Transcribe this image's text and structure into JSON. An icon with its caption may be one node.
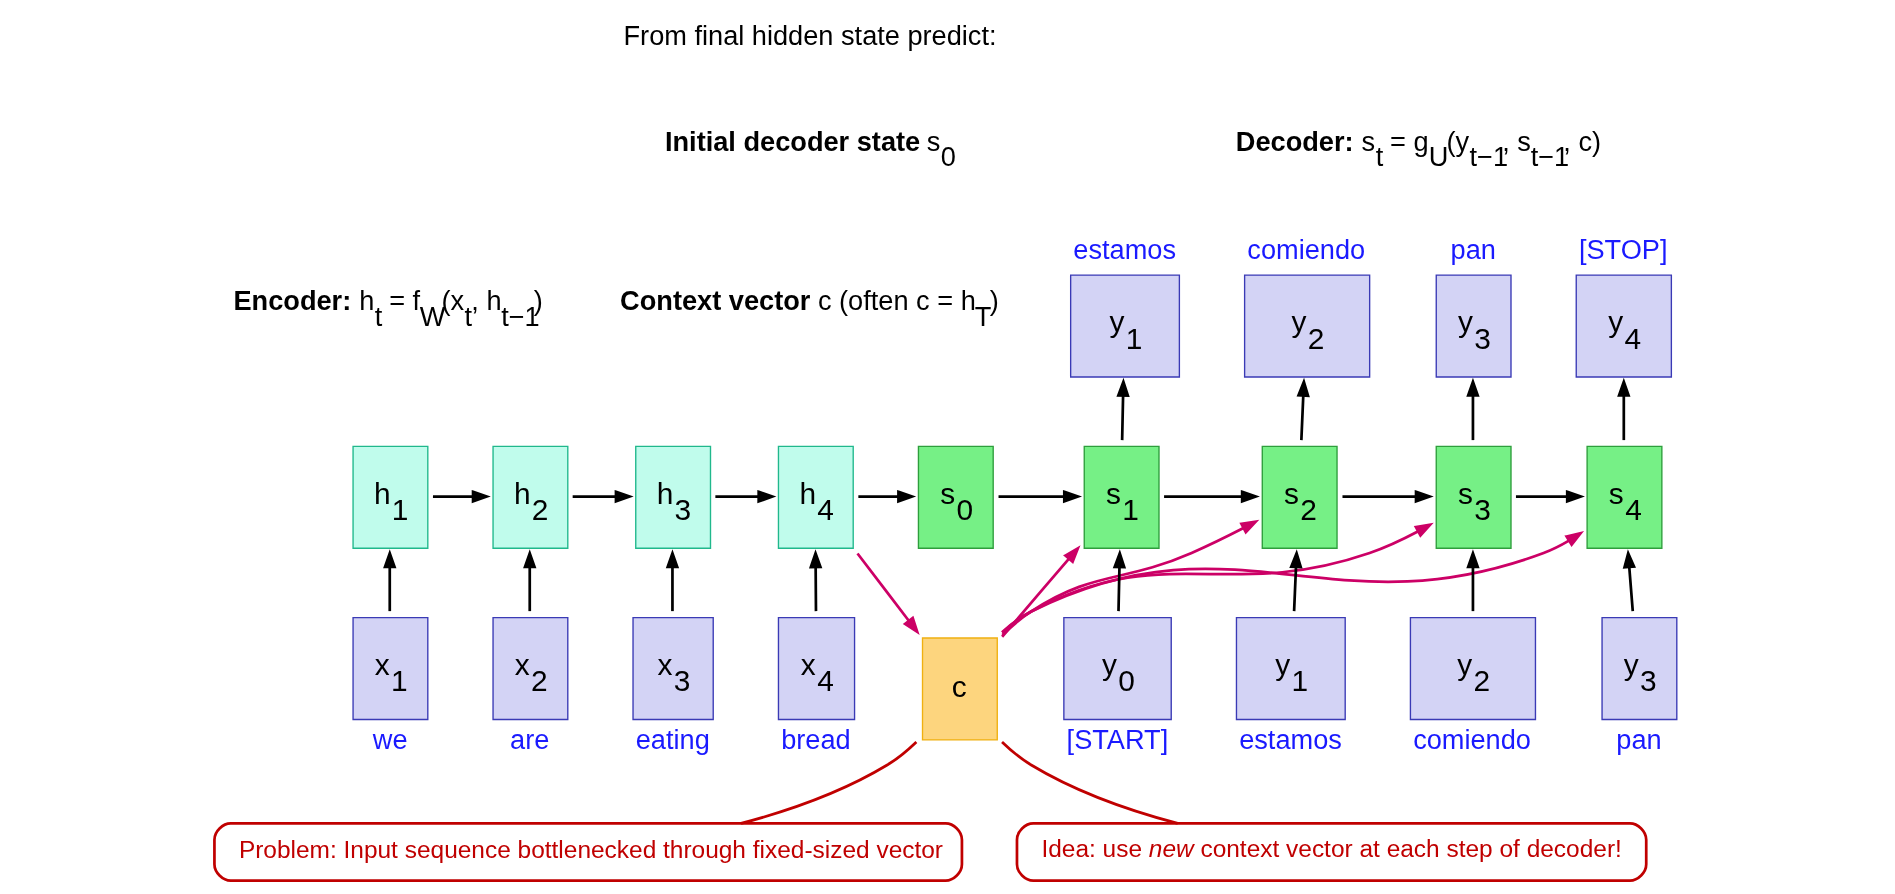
{
  "diagram": {
    "nodes": [
      {
        "text": [
          "h$_{1}$"
        ]
      },
      {
        "text": [
          "h$_{2}$"
        ]
      },
      {
        "text": [
          "h$_{3}$"
        ]
      },
      {
        "text": [
          "h$_{4}$"
        ]
      },
      {
        "text": [
          "x$_{1}$"
        ],
        "beside": [
          "we"
        ]
      },
      {
        "text": [
          "x$_{2}$"
        ],
        "beside": [
          "are"
        ]
      },
      {
        "text": [
          "x$_{3}$"
        ],
        "beside": [
          "eating"
        ]
      },
      {
        "text": [
          "x$_{4}$"
        ],
        "beside": [
          "bread"
        ]
      },
      {
        "text": [
          "s$_{0}$"
        ]
      },
      {
        "text": [
          "c"
        ]
      },
      {
        "text": [
          "s$_{1}$"
        ]
      },
      {
        "text": [
          "s$_{2}$"
        ]
      },
      {
        "text": [
          "s$_{3}$"
        ]
      },
      {
        "text": [
          "s$_{4}$"
        ]
      },
      {
        "text": [
          "y$_{1}$"
        ],
        "beside": [
          "estamos"
        ]
      },
      {
        "text": [
          "y$_{2}$"
        ],
        "beside": [
          "comiendo"
        ]
      },
      {
        "text": [
          "y$_{3}$"
        ],
        "beside": [
          "pan"
        ]
      },
      {
        "text": [
          "y$_{4}$"
        ],
        "beside": [
          "[STOP]"
        ]
      },
      {
        "text": [
          "y$_{0}$"
        ],
        "beside": [
          "[START]"
        ]
      },
      {
        "text": [
          "y$_{1}$"
        ],
        "beside": [
          "estamos"
        ]
      },
      {
        "text": [
          "y$_{2}$"
        ],
        "beside": [
          "comiendo"
        ]
      },
      {
        "text": [
          "y$_{3}$"
        ],
        "beside": [
          "pan"
        ]
      },
      {
        "text": [
          "Problem: Input sequence bottlenecked through fixed-sized vector"
        ]
      },
      {
        "text": [
          "Idea: use *new* context vector at each step of decoder!"
        ]
      }
    ],
    "edges": [
      {
        "from": 4,
        "to": 0,
        "arrow": "to"
      },
      {
        "from": 5,
        "to": 1,
        "arrow": "to"
      },
      {
        "from": 6,
        "to": 2,
        "arrow": "to"
      },
      {
        "from": 7,
        "to": 3,
        "arrow": "to"
      },
      {
        "from": 0,
        "to": 1,
        "arrow": "to"
      },
      {
        "from": 1,
        "to": 2,
        "arrow": "to"
      },
      {
        "from": 2,
        "to": 3,
        "arrow": "to"
      },
      {
        "from": 3,
        "to": 8,
        "arrow": "to"
      },
      {
        "from": 3,
        "to": 9,
        "arrow": "to",
        "color": "#cc0066"
      },
      {
        "from": 8,
        "to": 10,
        "arrow": "to"
      },
      {
        "from": 10,
        "to": 11,
        "arrow": "to"
      },
      {
        "from": 11,
        "to": 12,
        "arrow": "to"
      },
      {
        "from": 12,
        "to": 13,
        "arrow": "to"
      },
      {
        "from": 10,
        "to": 14,
        "arrow": "to"
      },
      {
        "from": 11,
        "to": 15,
        "arrow": "to"
      },
      {
        "from": 12,
        "to": 16,
        "arrow": "to"
      },
      {
        "from": 13,
        "to": 17,
        "arrow": "to"
      },
      {
        "from": 18,
        "to": 10,
        "arrow": "to"
      },
      {
        "from": 19,
        "to": 11,
        "arrow": "to"
      },
      {
        "from": 20,
        "to": 12,
        "arrow": "to"
      },
      {
        "from": 21,
        "to": 13,
        "arrow": "to"
      },
      {
        "from": 9,
        "to": 10,
        "arrow": "to",
        "color": "#cc0066"
      },
      {
        "from": 9,
        "to": 11,
        "arrow": "to",
        "color": "#cc0066"
      },
      {
        "from": 9,
        "to": 12,
        "arrow": "to",
        "color": "#cc0066"
      },
      {
        "from": 9,
        "to": 13,
        "arrow": "to",
        "color": "#cc0066"
      },
      {
        "from": 22,
        "to": 9,
        "arrow": "none",
        "color": "#c00000"
      },
      {
        "from": 23,
        "to": 9,
        "arrow": "none",
        "color": "#c00000"
      }
    ],
    "labels": [
      "**Decoder:** s$_{t}$ = g$_{U}$(y$_{t−1}$, s$_{t−1}$, c)",
      "From final hidden state predict:",
      "**Initial decoder state** s$_{0}$",
      "**Context vector** c (often c = h$_{T}$)",
      "**Encoder:** h$_{t}$ = f$_{W}$(x$_{t}$, h$_{t−1}$)"
    ]
  }
}
